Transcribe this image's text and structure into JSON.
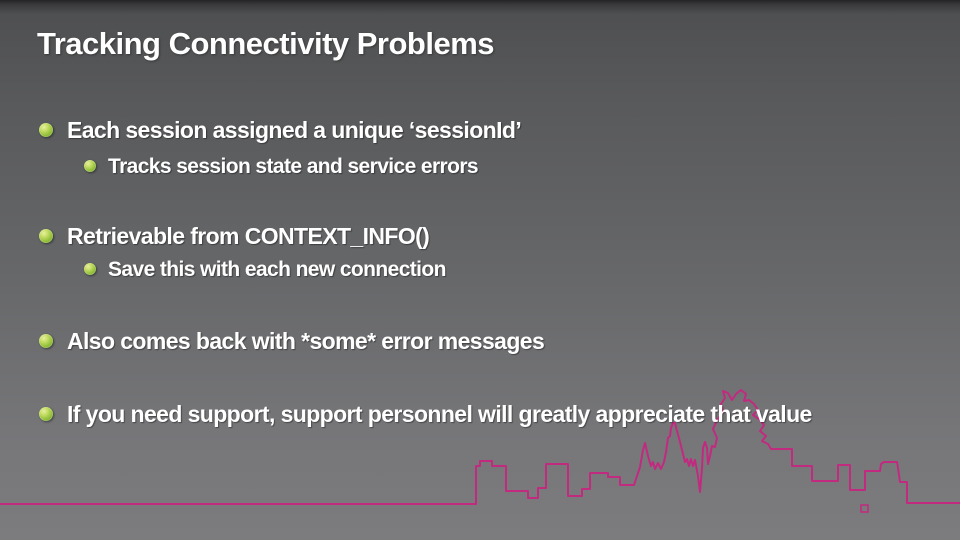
{
  "slide": {
    "title": "Tracking Connectivity Problems",
    "bullets": [
      {
        "level": 1,
        "text": "Each session assigned a unique ‘sessionId’"
      },
      {
        "level": 2,
        "text": "Tracks session state and service errors"
      },
      {
        "level": 1,
        "text": "Retrievable from CONTEXT_INFO()"
      },
      {
        "level": 2,
        "text": "Save this with each new connection"
      },
      {
        "level": 1,
        "text": "Also comes back with *some* error messages"
      },
      {
        "level": 1,
        "text": "If you need support, support personnel will greatly appreciate that value"
      }
    ],
    "colors": {
      "background_top": "#4d4e50",
      "background_bottom": "#7c7c7e",
      "title_color": "#ffffff",
      "bullet_green": "#98c33e",
      "skyline_pink": "#c22a80",
      "footer_purple": "#3c2657",
      "footer_magenta": "#c5338f"
    },
    "decorations": {
      "skyline_label": "city-skyline-outline",
      "footer_label": "gradient-accent-bar"
    }
  }
}
